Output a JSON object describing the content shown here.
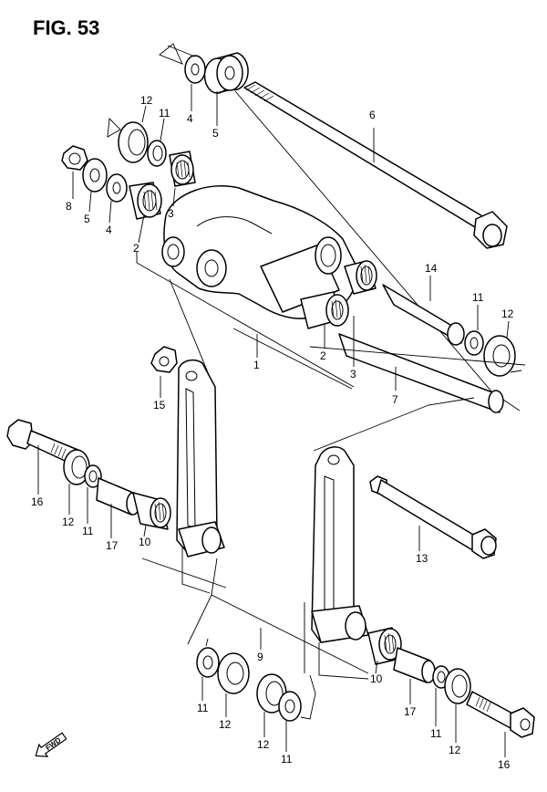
{
  "figure": {
    "title": "FIG. 53"
  },
  "callouts": {
    "c4a": "4",
    "c5a": "5",
    "c6": "6",
    "c12a": "12",
    "c11a": "11",
    "c8": "8",
    "c5b": "5",
    "c4b": "4",
    "c3a": "3",
    "c2a": "2",
    "c14": "14",
    "c11b": "11",
    "c12b": "12",
    "c1": "1",
    "c2b": "2",
    "c3b": "3",
    "c7": "7",
    "c15": "15",
    "c16a": "16",
    "c12c": "12",
    "c11c": "11",
    "c17a": "17",
    "c10a": "10",
    "c13": "13",
    "c9": "9",
    "c10b": "10",
    "c11d": "11",
    "c12d": "12",
    "c12e": "12",
    "c11e": "11",
    "c17b": "17",
    "c11f": "11",
    "c12f": "12",
    "c16b": "16"
  },
  "fwd": {
    "label": "FWD"
  }
}
